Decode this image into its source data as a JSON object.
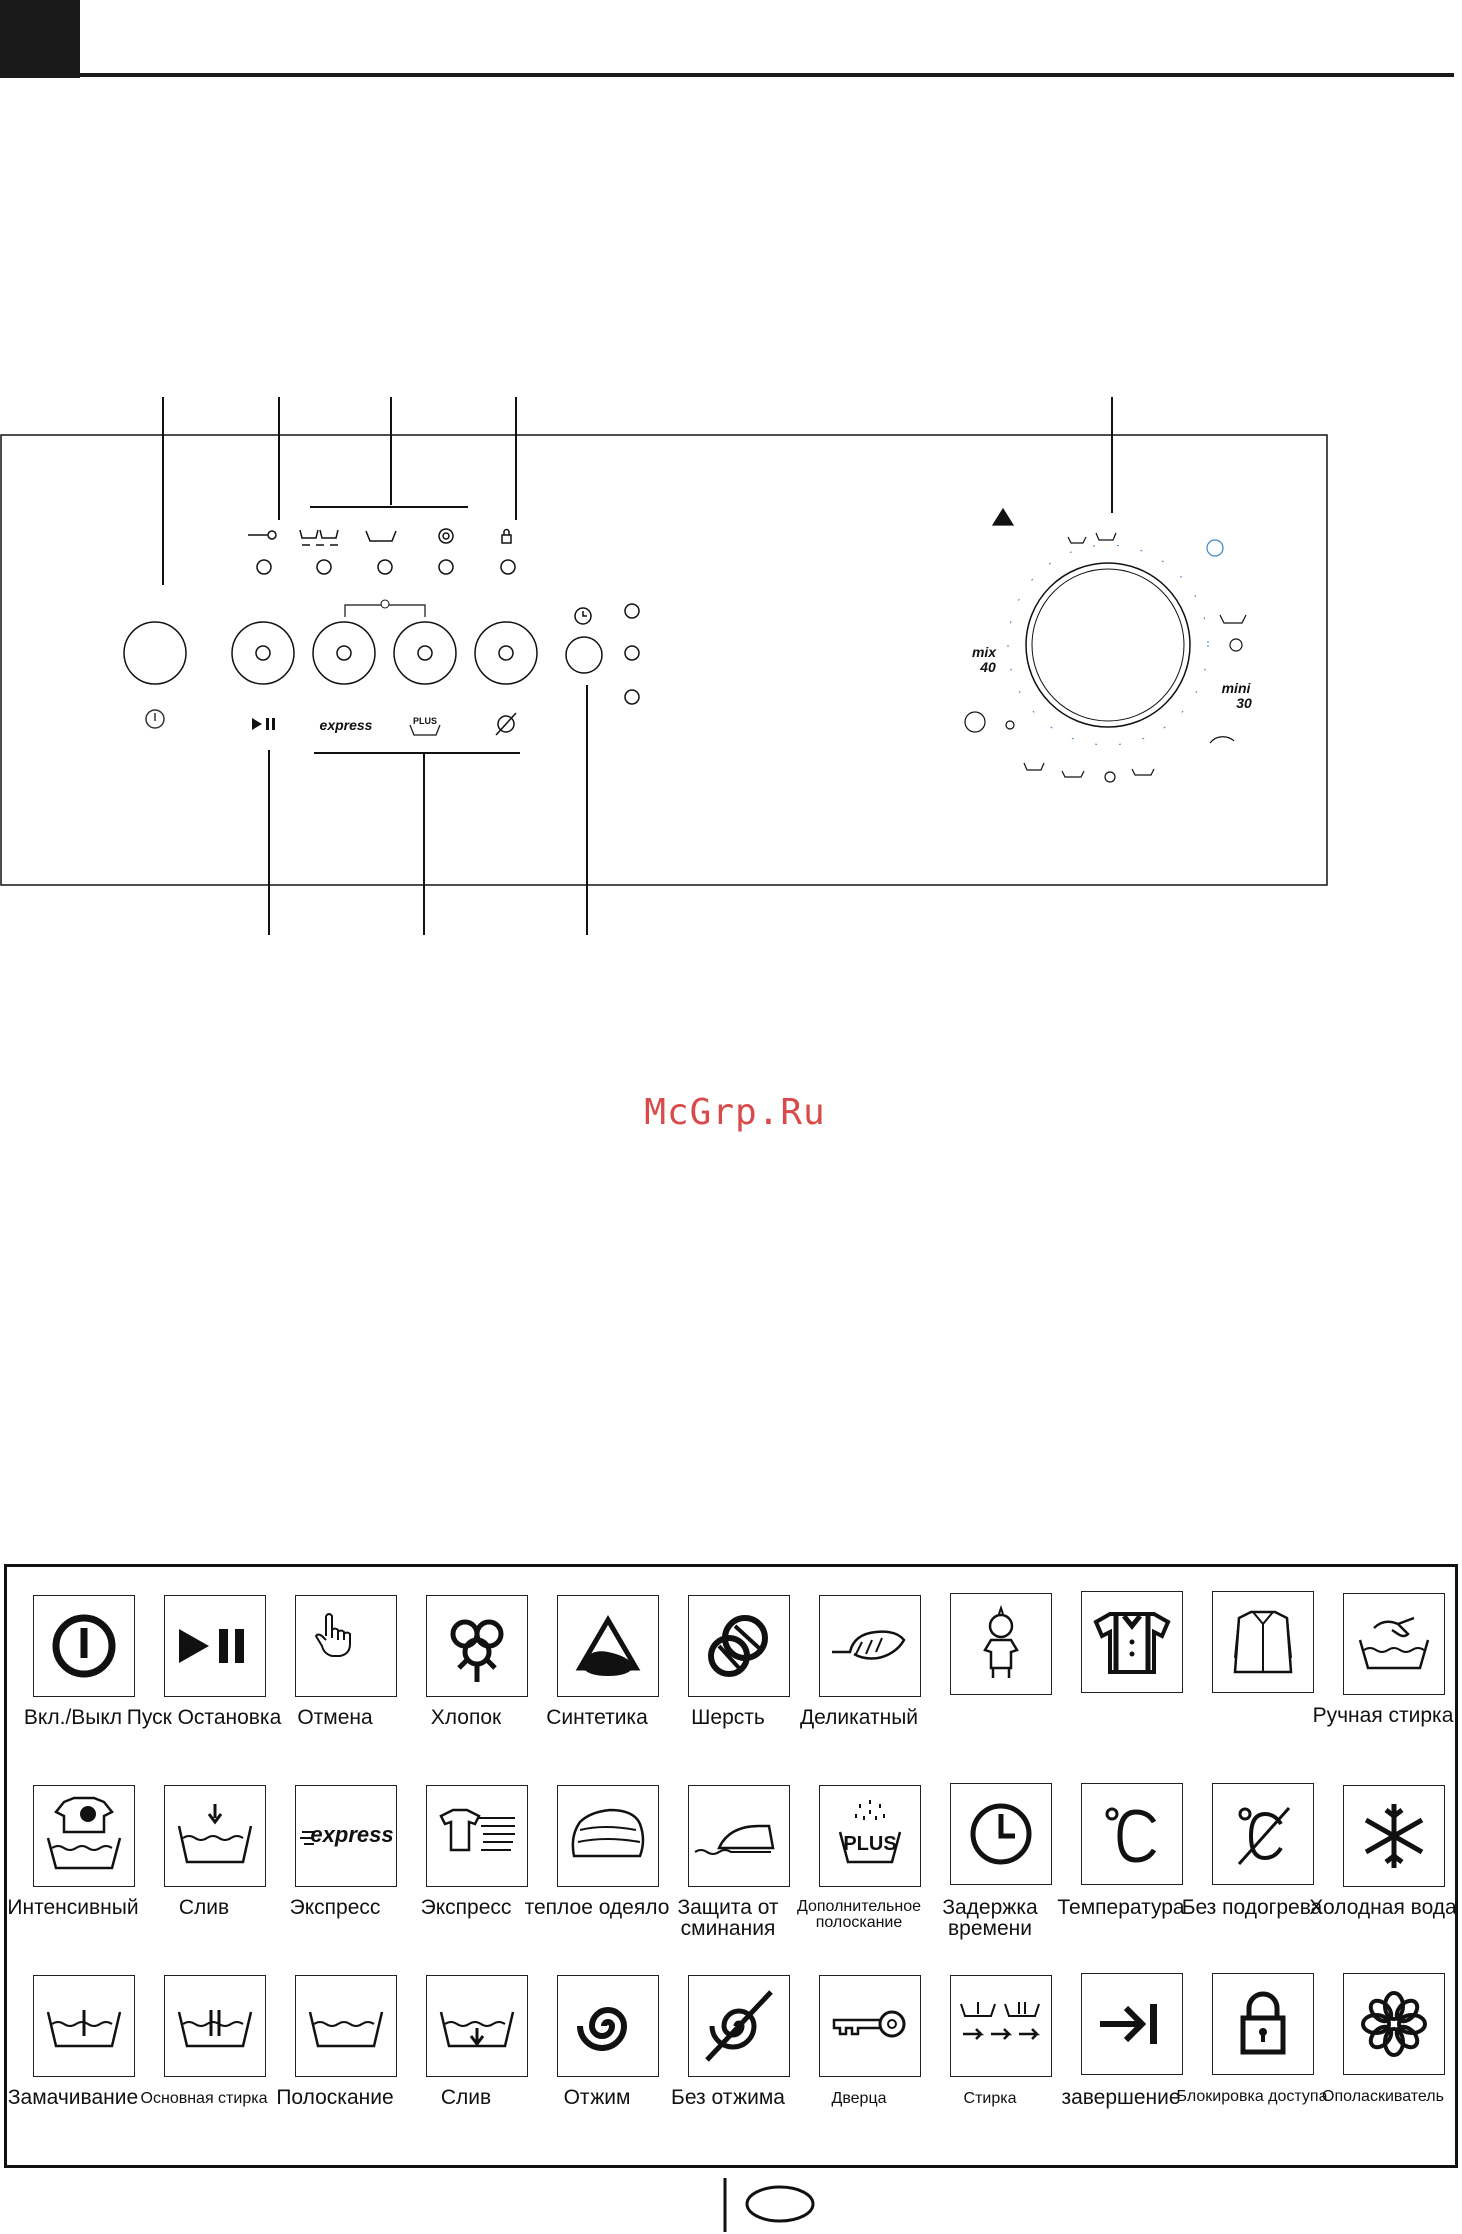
{
  "header": {
    "accent": "#1a1a1a"
  },
  "watermark": "McGrp.Ru",
  "panel": {
    "dial_labels": {
      "mix": "mix",
      "mix_num": "40",
      "mini": "mini",
      "mini_num": "30"
    },
    "button_labels": {
      "express": "express",
      "plus": "PLUS"
    }
  },
  "legend": {
    "rows": [
      [
        {
          "icon": "power-icon",
          "label": "Вкл./Выкл"
        },
        {
          "icon": "play-pause-icon",
          "label": "Пуск Остановка"
        },
        {
          "icon": "hand-pointer-icon",
          "label": "Отмена"
        },
        {
          "icon": "cotton-icon",
          "label": "Хлопок"
        },
        {
          "icon": "synthetics-icon",
          "label": "Синтетика"
        },
        {
          "icon": "wool-icon",
          "label": "Шерсть"
        },
        {
          "icon": "delicate-feather-icon",
          "label": "Деликатный"
        },
        {
          "icon": "baby-icon",
          "label": ""
        },
        {
          "icon": "shirts-icon",
          "label": ""
        },
        {
          "icon": "shirt-icon",
          "label": ""
        },
        {
          "icon": "hand-wash-icon",
          "label": "Ручная стирка"
        }
      ],
      [
        {
          "icon": "intensive-icon",
          "label": "Интенсивный"
        },
        {
          "icon": "drain-icon",
          "label": "Слив"
        },
        {
          "icon": "express-icon",
          "label": "Экспресс"
        },
        {
          "icon": "express-tshirt-icon",
          "label": "Экспресс"
        },
        {
          "icon": "blanket-icon",
          "label": "теплое одеяло"
        },
        {
          "icon": "iron-icon",
          "label": "Защита от сминания"
        },
        {
          "icon": "rinse-plus-icon",
          "label": "Дополнительное полоскание",
          "small": true
        },
        {
          "icon": "clock-icon",
          "label": "Задержка времени"
        },
        {
          "icon": "celsius-icon",
          "label": "Температура"
        },
        {
          "icon": "no-heat-icon",
          "label": "Без подогрева"
        },
        {
          "icon": "snowflake-icon",
          "label": "Холодная вода"
        }
      ],
      [
        {
          "icon": "prewash-icon",
          "label": "Замачивание"
        },
        {
          "icon": "main-wash-icon",
          "label": "Основная стирка",
          "small": true
        },
        {
          "icon": "rinse-icon",
          "label": "Полоскание"
        },
        {
          "icon": "drain-tub-icon",
          "label": "Слив"
        },
        {
          "icon": "spin-icon",
          "label": "Отжим"
        },
        {
          "icon": "no-spin-icon",
          "label": "Без отжима"
        },
        {
          "icon": "door-key-icon",
          "label": "Дверца",
          "small": true
        },
        {
          "icon": "wash-stages-icon",
          "label": "Стирка",
          "small": true
        },
        {
          "icon": "end-icon",
          "label": "завершение"
        },
        {
          "icon": "child-lock-icon",
          "label": "Блокировка доступа",
          "small": true
        },
        {
          "icon": "softener-icon",
          "label": "Ополаскиватель",
          "small": true
        }
      ]
    ]
  },
  "page_number": ""
}
